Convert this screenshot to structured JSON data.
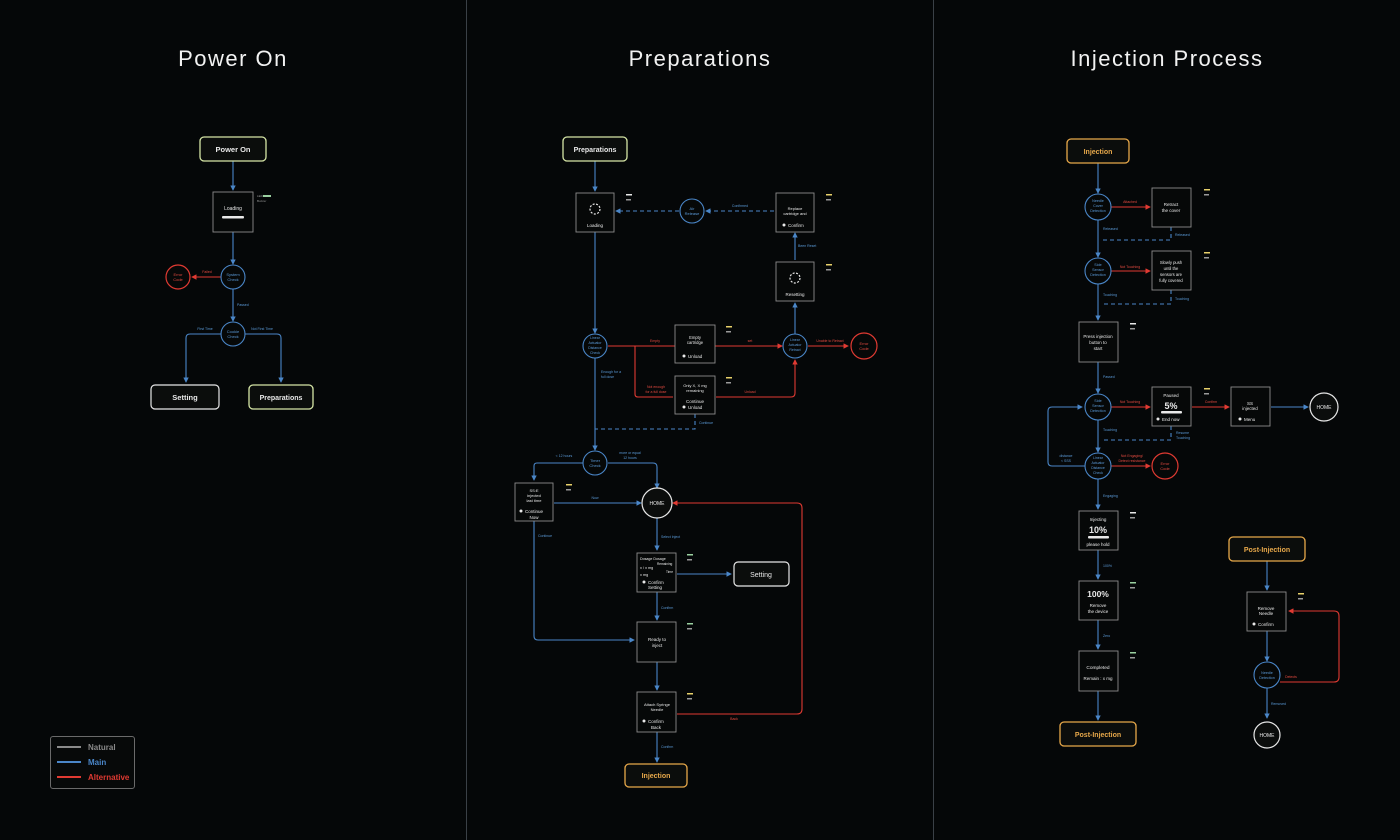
{
  "sections": {
    "power_on": "Power On",
    "preparations": "Preparations",
    "injection": "Injection Process"
  },
  "colors": {
    "background": "#050708",
    "main": "#4a86c8",
    "alternative": "#e03a32",
    "natural": "#8a8a8a",
    "start_node": "#d6e6a6",
    "injection_node": "#e7a84a"
  },
  "power_on": {
    "start": "Power On",
    "loading": "Loading",
    "system_check": [
      "System",
      "Check"
    ],
    "error_code": [
      "Error",
      "Code"
    ],
    "cookie_check": [
      "Cookie",
      "Check"
    ],
    "setting": "Setting",
    "preparations": "Preparations",
    "labels": {
      "failed": "Failed",
      "passed": "Passed",
      "first_time": "First Time",
      "not_first_time": "Not First Time"
    },
    "status_loading": [
      "LED",
      "Buzzer"
    ]
  },
  "preparations": {
    "start": "Preparations",
    "loading": "Loading",
    "air_release": [
      "Air",
      "Release"
    ],
    "replace_cartridge": [
      "Replace",
      "cartridge and"
    ],
    "confirm": "Confirm",
    "resetting": "Resetting",
    "linear_distance": [
      "Linear",
      "Actuator",
      "Distance",
      "Check"
    ],
    "empty_cartridge": [
      "Empty",
      "cartridge"
    ],
    "unload": "Unload",
    "only_remaining": [
      "Only X, X mg",
      "remaining"
    ],
    "continue": "Continue",
    "linear_retract": [
      "Linear",
      "Actuator",
      "Retract"
    ],
    "error_code": [
      "Error",
      "Code"
    ],
    "timer_check": [
      "Timer",
      "Check"
    ],
    "ss_injected": [
      "SS:E",
      "injected",
      "last time"
    ],
    "continue_now": [
      "Continue",
      "Now"
    ],
    "home": "HOME",
    "confirm_setting_box": [
      "Confirm",
      "Setting"
    ],
    "dose_label": "Dose",
    "remaining_label": "Remaining",
    "dosage": [
      "Dosage Dosage",
      "x / x mg",
      "x mg"
    ],
    "time_label": "Time",
    "setting": "Setting",
    "ready": [
      "Ready to",
      "inject"
    ],
    "attach_needle": [
      "Attach Syringe",
      "Needle"
    ],
    "confirm_back": [
      "Confirm",
      "Back"
    ],
    "injection": "Injection",
    "labels": {
      "confirmed": "Confirmed",
      "been_reset": "Been Reset",
      "empty": "Empty",
      "set": "set",
      "unable_retract": "Unable to Retract",
      "enough_full_dose": [
        "Enough for a",
        "full dose"
      ],
      "not_enough": [
        "Not enough",
        "for a full dose"
      ],
      "unload": "Unload",
      "continue": "Continue",
      "lt12": "< 12 hours",
      "gt12": [
        "more or equal",
        "12 hours"
      ],
      "now": "Now",
      "continue2": "Continue",
      "select_inject": "Select Inject",
      "time": "Time",
      "confirm1": "Confirm",
      "back": "Back",
      "confirm2": "Confirm"
    }
  },
  "injection": {
    "start": "Injection",
    "needle_cover": [
      "Needle",
      "Cover",
      "Detection"
    ],
    "retract_cover": [
      "Retract",
      "the cover"
    ],
    "side_sensor": [
      "Side",
      "Sensor",
      "Detection"
    ],
    "slowly_push": [
      "Slowly push",
      "until the",
      "sensors are",
      "fully covered"
    ],
    "press_button": [
      "Press injection",
      "button to",
      "start"
    ],
    "side_sensor2": [
      "Side",
      "Sensor",
      "Detection"
    ],
    "paused": "Paused",
    "paused_pct": "5%",
    "end_now": "End now",
    "ss_injected": [
      "SS",
      "injected"
    ],
    "menu": "Menu",
    "home": "HOME",
    "linear_distance": [
      "Linear",
      "Actuator",
      "Distance",
      "Check"
    ],
    "error_code": [
      "Error",
      "Code"
    ],
    "injecting": "Injecting",
    "injecting_pct": "10%",
    "please_hold": "please hold",
    "pct100": "100%",
    "remove_device": [
      "Remove",
      "the device"
    ],
    "completed": "Completed",
    "remain": "Remain : x mg",
    "post_injection": "Post-Injection",
    "post_start": "Post-Injection",
    "remove_needle": [
      "Remove",
      "Needle"
    ],
    "confirm": "Confirm",
    "needle_detection": [
      "Needle",
      "Detection"
    ],
    "home2": "HOME",
    "labels": {
      "attached": "Attached",
      "released": "Released",
      "removed": "Released",
      "not_touching": "Not Touching",
      "touching": "Touching",
      "touching2": "Touching",
      "passed": "Passed",
      "not_touching2": "Not Touching",
      "confirm": "Confirm",
      "touching3": "Touching",
      "resume": [
        "Resume",
        "Touching"
      ],
      "distance": [
        "distance",
        "< SSS"
      ],
      "not_engaging": [
        "Not Engaging/",
        "Detect resistance"
      ],
      "engaging": "Engaging",
      "pct100": "100%",
      "zero": "Zero",
      "detects": "Detects",
      "removed2": "Removed"
    }
  },
  "legend": {
    "natural": "Natural",
    "main": "Main",
    "alternative": "Alternative"
  }
}
